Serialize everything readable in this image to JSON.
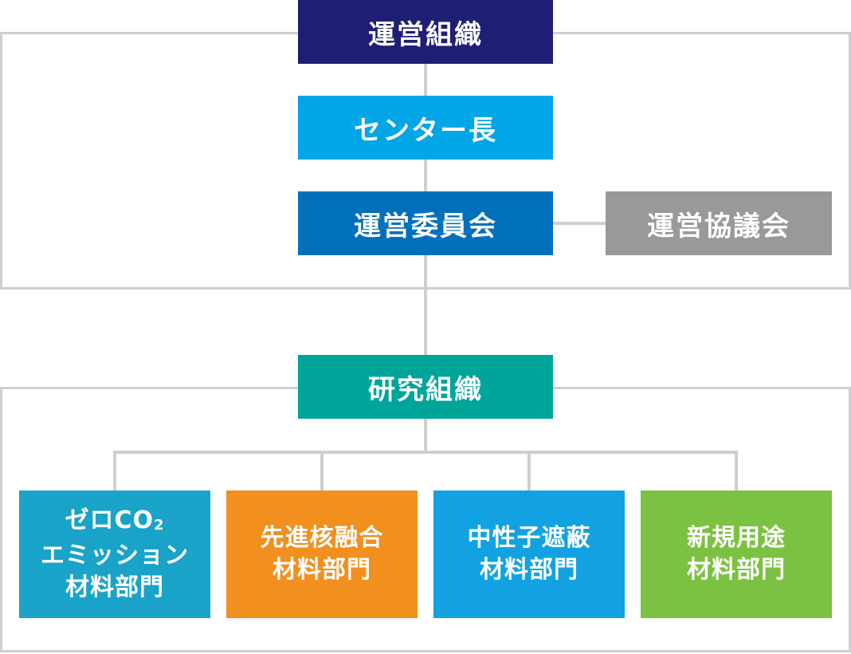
{
  "operations": {
    "title": "運営組織",
    "director": "センター長",
    "committee": "運営委員会",
    "council": "運営協議会"
  },
  "research": {
    "title": "研究組織",
    "departments": [
      {
        "line1": "ゼロCO",
        "line1_sub": "2",
        "line2": "エミッション",
        "line3": "材料部門",
        "color": "#1aa3c8"
      },
      {
        "line1": "先進核融合",
        "line2": "材料部門",
        "color": "#f18f1f"
      },
      {
        "line1": "中性子遮蔽",
        "line2": "材料部門",
        "color": "#12a2e2"
      },
      {
        "line1": "新規用途",
        "line2": "材料部門",
        "color": "#7cc242"
      }
    ]
  },
  "colors": {
    "operations_title": "#1e1f74",
    "director": "#00a6e6",
    "committee": "#0070bc",
    "council": "#999999",
    "research_title": "#00a59a",
    "line": "#cfcfcf"
  }
}
